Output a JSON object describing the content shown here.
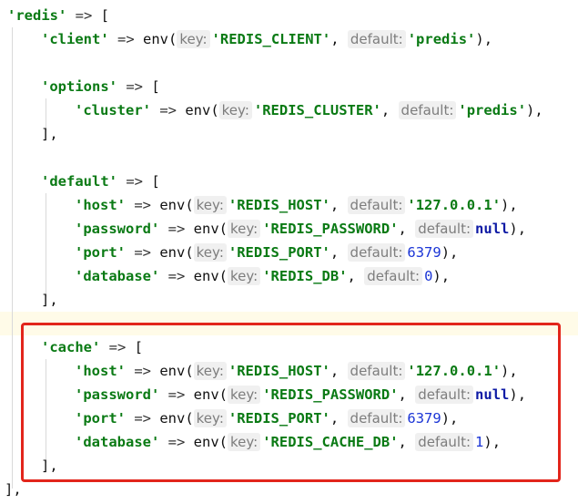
{
  "code_lines": [
    {
      "parts": [
        [
          "str",
          "'redis'"
        ],
        [
          "op",
          " => "
        ],
        [
          "punct",
          "["
        ]
      ]
    },
    {
      "parts": [
        [
          "str",
          "'client'"
        ],
        [
          "op",
          " => "
        ],
        [
          "fn",
          "env("
        ],
        [
          "hint",
          "key:"
        ],
        [
          "str",
          "'REDIS_CLIENT'"
        ],
        [
          "punct",
          ", "
        ],
        [
          "hint",
          "default:"
        ],
        [
          "str",
          "'predis'"
        ],
        [
          "punct",
          "),"
        ]
      ]
    },
    {
      "parts": []
    },
    {
      "parts": [
        [
          "str",
          "'options'"
        ],
        [
          "op",
          " => "
        ],
        [
          "punct",
          "["
        ]
      ]
    },
    {
      "parts": [
        [
          "str",
          "'cluster'"
        ],
        [
          "op",
          " => "
        ],
        [
          "fn",
          "env("
        ],
        [
          "hint",
          "key:"
        ],
        [
          "str",
          "'REDIS_CLUSTER'"
        ],
        [
          "punct",
          ", "
        ],
        [
          "hint",
          "default:"
        ],
        [
          "str",
          "'predis'"
        ],
        [
          "punct",
          "),"
        ]
      ]
    },
    {
      "parts": [
        [
          "punct",
          "],"
        ]
      ]
    },
    {
      "parts": []
    },
    {
      "parts": [
        [
          "str",
          "'default'"
        ],
        [
          "op",
          " => "
        ],
        [
          "punct",
          "["
        ]
      ]
    },
    {
      "parts": [
        [
          "str",
          "'host'"
        ],
        [
          "op",
          " => "
        ],
        [
          "fn",
          "env("
        ],
        [
          "hint",
          "key:"
        ],
        [
          "str",
          "'REDIS_HOST'"
        ],
        [
          "punct",
          ", "
        ],
        [
          "hint",
          "default:"
        ],
        [
          "str",
          "'127.0.0.1'"
        ],
        [
          "punct",
          "),"
        ]
      ]
    },
    {
      "parts": [
        [
          "str",
          "'password'"
        ],
        [
          "op",
          " => "
        ],
        [
          "fn",
          "env("
        ],
        [
          "hint",
          "key:"
        ],
        [
          "str",
          "'REDIS_PASSWORD'"
        ],
        [
          "punct",
          ", "
        ],
        [
          "hint",
          "default:"
        ],
        [
          "kw",
          "null"
        ],
        [
          "punct",
          "),"
        ]
      ]
    },
    {
      "parts": [
        [
          "str",
          "'port'"
        ],
        [
          "op",
          " => "
        ],
        [
          "fn",
          "env("
        ],
        [
          "hint",
          "key:"
        ],
        [
          "str",
          "'REDIS_PORT'"
        ],
        [
          "punct",
          ", "
        ],
        [
          "hint",
          "default:"
        ],
        [
          "num",
          "6379"
        ],
        [
          "punct",
          "),"
        ]
      ]
    },
    {
      "parts": [
        [
          "str",
          "'database'"
        ],
        [
          "op",
          " => "
        ],
        [
          "fn",
          "env("
        ],
        [
          "hint",
          "key:"
        ],
        [
          "str",
          "'REDIS_DB'"
        ],
        [
          "punct",
          ", "
        ],
        [
          "hint",
          "default:"
        ],
        [
          "num",
          "0"
        ],
        [
          "punct",
          "),"
        ]
      ]
    },
    {
      "parts": [
        [
          "punct",
          "],"
        ]
      ]
    },
    {
      "parts": []
    },
    {
      "parts": [
        [
          "str",
          "'cache'"
        ],
        [
          "op",
          " => "
        ],
        [
          "punct",
          "["
        ]
      ]
    },
    {
      "parts": [
        [
          "str",
          "'host'"
        ],
        [
          "op",
          " => "
        ],
        [
          "fn",
          "env("
        ],
        [
          "hint",
          "key:"
        ],
        [
          "str",
          "'REDIS_HOST'"
        ],
        [
          "punct",
          ", "
        ],
        [
          "hint",
          "default:"
        ],
        [
          "str",
          "'127.0.0.1'"
        ],
        [
          "punct",
          "),"
        ]
      ]
    },
    {
      "parts": [
        [
          "str",
          "'password'"
        ],
        [
          "op",
          " => "
        ],
        [
          "fn",
          "env("
        ],
        [
          "hint",
          "key:"
        ],
        [
          "str",
          "'REDIS_PASSWORD'"
        ],
        [
          "punct",
          ", "
        ],
        [
          "hint",
          "default:"
        ],
        [
          "kw",
          "null"
        ],
        [
          "punct",
          "),"
        ]
      ]
    },
    {
      "parts": [
        [
          "str",
          "'port'"
        ],
        [
          "op",
          " => "
        ],
        [
          "fn",
          "env("
        ],
        [
          "hint",
          "key:"
        ],
        [
          "str",
          "'REDIS_PORT'"
        ],
        [
          "punct",
          ", "
        ],
        [
          "hint",
          "default:"
        ],
        [
          "num",
          "6379"
        ],
        [
          "punct",
          "),"
        ]
      ]
    },
    {
      "parts": [
        [
          "str",
          "'database'"
        ],
        [
          "op",
          " => "
        ],
        [
          "fn",
          "env("
        ],
        [
          "hint",
          "key:"
        ],
        [
          "str",
          "'REDIS_CACHE_DB'"
        ],
        [
          "punct",
          ", "
        ],
        [
          "hint",
          "default:"
        ],
        [
          "num",
          "1"
        ],
        [
          "punct",
          "),"
        ]
      ]
    },
    {
      "parts": [
        [
          "punct",
          "],"
        ]
      ]
    },
    {
      "parts": [
        [
          "punct",
          "],"
        ]
      ]
    }
  ],
  "colors": {
    "string": "#0a7a14",
    "number": "#1b35d6",
    "keyword": "#0d1aa5",
    "hint_bg": "#f0f0f0",
    "annotation_border": "#e2251b"
  }
}
